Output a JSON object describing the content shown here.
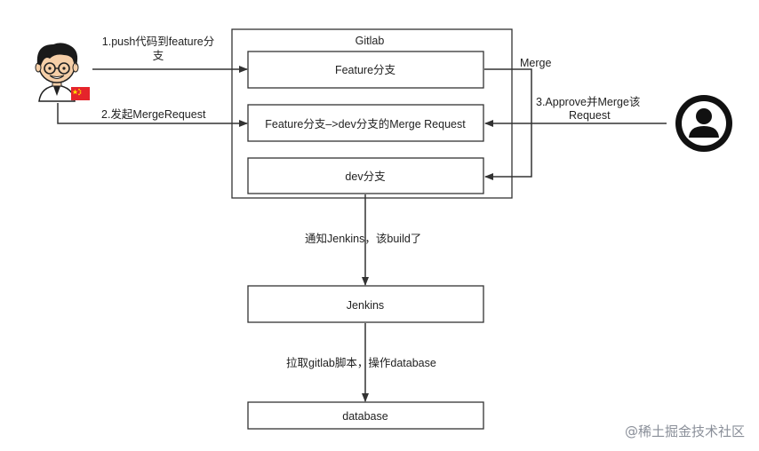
{
  "gitlab": {
    "title": "Gitlab",
    "feature_branch": "Feature分支",
    "merge_request": "Feature分支–>dev分支的Merge Request",
    "dev_branch": "dev分支"
  },
  "jenkins": {
    "label": "Jenkins"
  },
  "database": {
    "label": "database"
  },
  "edges": {
    "push_line1": "1.push代码到feature分",
    "push_line2": "支",
    "merge_request": "2.发起MergeRequest",
    "merge": "Merge",
    "approve_line1": "3.Approve并Merge该",
    "approve_line2": "Request",
    "notify_jenkins": "通知Jenkins，该build了",
    "pull_gitlab": "拉取gitlab脚本，操作database"
  },
  "watermark": "@稀土掘金技术社区",
  "icons": {
    "developer": "developer-avatar-icon",
    "flag": "china-flag-icon",
    "reviewer": "reviewer-user-icon"
  },
  "colors": {
    "line": "#333333",
    "flag_red": "#e5242b",
    "flag_star": "#ffde00"
  }
}
